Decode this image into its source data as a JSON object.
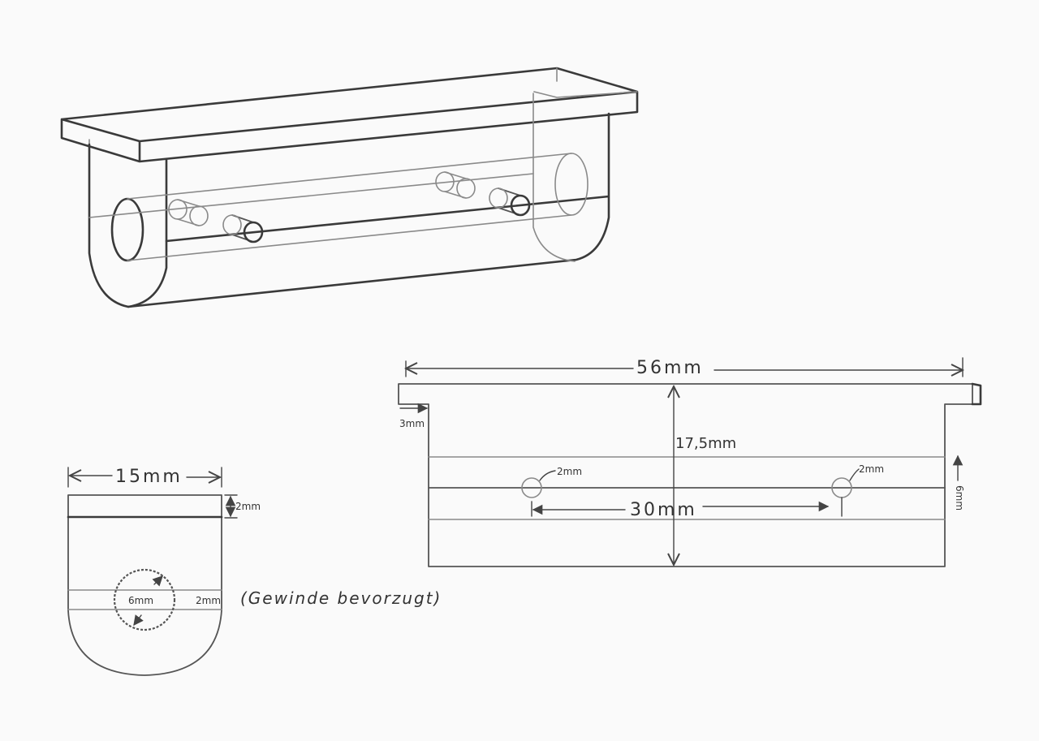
{
  "side_view": {
    "length": "56mm",
    "height": "17,5mm",
    "lip": "3mm",
    "hole_left_diameter": "2mm",
    "hole_right_diameter": "2mm",
    "hole_spacing": "30mm",
    "hole_offset": "6mm"
  },
  "end_view": {
    "width": "15mm",
    "top_thickness": "2mm",
    "bore_diameter": "6mm",
    "channel_height": "2mm",
    "note": "(Gewinde bevorzugt)"
  }
}
